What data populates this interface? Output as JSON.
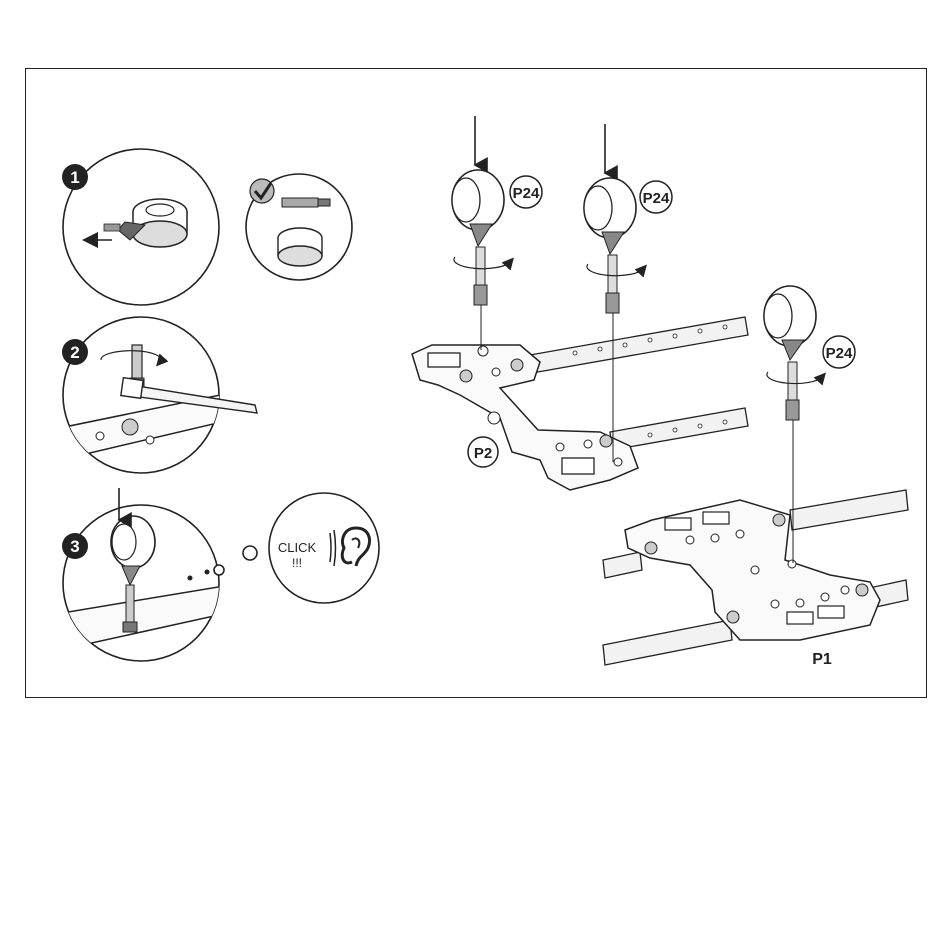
{
  "steps": [
    {
      "number": "1"
    },
    {
      "number": "2"
    },
    {
      "number": "3"
    }
  ],
  "check": {
    "icon": "checkmark-icon"
  },
  "click_bubble": {
    "line1": "CLICK",
    "line2": "!!!",
    "icon": "ear-icon"
  },
  "labels": {
    "p24_a": "P24",
    "p24_b": "P24",
    "p24_c": "P24",
    "p2": "P2",
    "p1": "P1"
  }
}
